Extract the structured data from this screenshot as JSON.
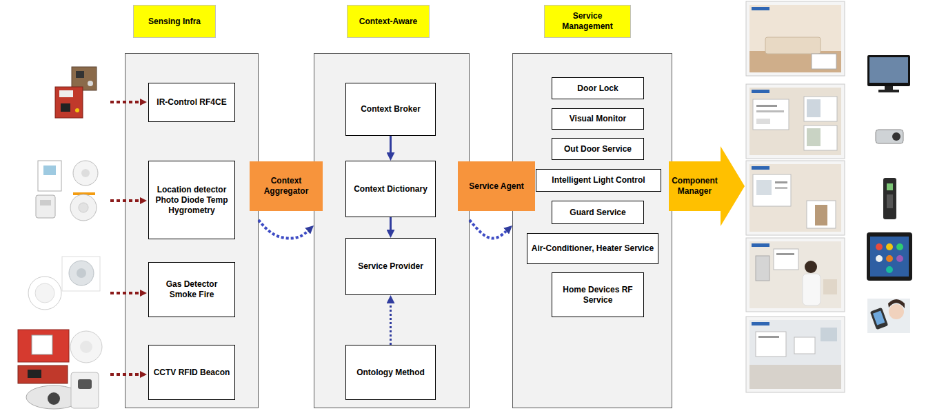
{
  "diagram": {
    "nodes": [
      {
        "text": [
          "Sensing Infra"
        ]
      },
      {
        "text": [
          "IR-Control RF4CE"
        ],
        "in": 0
      },
      {
        "text": [
          "Location detector Photo Diode Temp Hygrometry"
        ],
        "in": 0
      },
      {
        "text": [
          "Gas Detector Smoke Fire"
        ],
        "in": 0
      },
      {
        "text": [
          "CCTV RFID Beacon"
        ],
        "in": 0
      },
      {
        "text": [
          "Context Aggregator"
        ]
      },
      {
        "text": [
          "Context-Aware"
        ]
      },
      {
        "text": [
          "Context Broker"
        ],
        "in": 6
      },
      {
        "text": [
          "Context Dictionary"
        ],
        "in": 6
      },
      {
        "text": [
          "Service Provider"
        ],
        "in": 6
      },
      {
        "text": [
          "Ontology Method"
        ],
        "in": 6
      },
      {
        "text": [
          "Service Agent"
        ]
      },
      {
        "text": [
          "Service Management"
        ]
      },
      {
        "text": [
          "Door Lock"
        ],
        "in": 12
      },
      {
        "text": [
          "Visual Monitor"
        ],
        "in": 12
      },
      {
        "text": [
          "Out Door Service"
        ],
        "in": 12
      },
      {
        "text": [
          "Intelligent Light Control"
        ],
        "in": 12
      },
      {
        "text": [
          "Guard Service"
        ],
        "in": 12
      },
      {
        "text": [
          "Air-Conditioner, Heater Service"
        ],
        "in": 12
      },
      {
        "text": [
          "Home Devices RF Service"
        ],
        "in": 12
      },
      {
        "text": [
          "Component Manager"
        ]
      }
    ],
    "edges": [
      {
        "from": 0,
        "to": 6,
        "arrow": "to"
      },
      {
        "from": 6,
        "to": 12,
        "arrow": "to"
      },
      {
        "from": 7,
        "to": 8,
        "arrow": "to"
      },
      {
        "from": 8,
        "to": 9,
        "arrow": "to"
      },
      {
        "from": 10,
        "to": 9,
        "arrow": "to"
      }
    ]
  }
}
